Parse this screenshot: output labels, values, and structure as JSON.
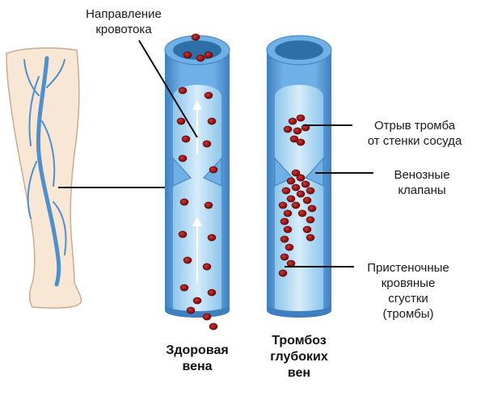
{
  "labels": {
    "flow_direction": "Направление\nкровотока",
    "clot_detach": "Отрыв тромба\nот стенки сосуда",
    "valves": "Венозные\nклапаны",
    "wall_clots": "Пристеночные\nкровяные\nсгустки\n(тромбы)"
  },
  "captions": {
    "healthy": "Здоровая\nвена",
    "thrombosis": "Тромбоз\nглубоких\nвен"
  },
  "colors": {
    "vessel_outer": "#5b9bd5",
    "vessel_inner": "#bfe0f5",
    "vessel_dark": "#2f6fa8",
    "blood_cell": "#9b1616",
    "skin": "#f7e7d4",
    "leg_vein": "#4f8fcb"
  }
}
